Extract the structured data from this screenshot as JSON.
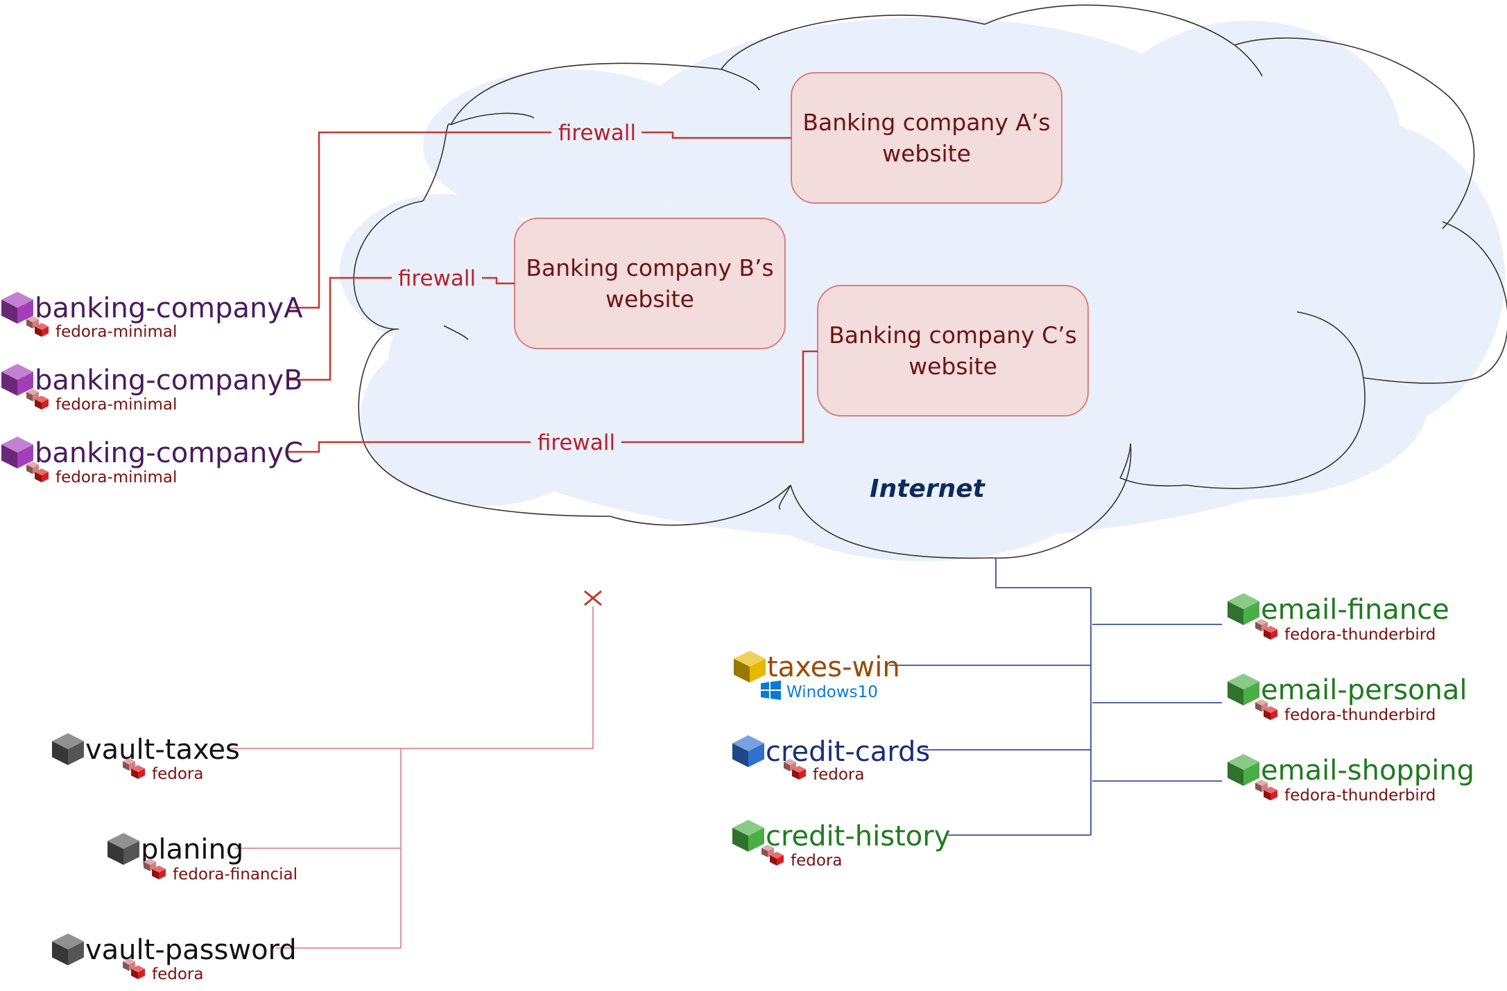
{
  "internet": {
    "label": "Internet"
  },
  "websites": [
    {
      "line1": "Banking company A’s",
      "line2": "website"
    },
    {
      "line1": "Banking company B’s",
      "line2": "website"
    },
    {
      "line1": "Banking company C’s",
      "line2": "website"
    }
  ],
  "firewalls": [
    "firewall",
    "firewall",
    "firewall"
  ],
  "banking_qubes": [
    {
      "name": "banking-companyA",
      "template": "fedora-minimal",
      "color": "#a23fb8"
    },
    {
      "name": "banking-companyB",
      "template": "fedora-minimal",
      "color": "#a23fb8"
    },
    {
      "name": "banking-companyC",
      "template": "fedora-minimal",
      "color": "#a23fb8"
    }
  ],
  "offline_qubes": [
    {
      "name": "vault-taxes",
      "template": "fedora",
      "color": "#555555"
    },
    {
      "name": "planing",
      "template": "fedora-financial",
      "color": "#555555"
    },
    {
      "name": "vault-password",
      "template": "fedora",
      "color": "#555555"
    }
  ],
  "networked_qubes": [
    {
      "name": "taxes-win",
      "template": "Windows10",
      "color": "#e8b800"
    },
    {
      "name": "credit-cards",
      "template": "fedora",
      "color": "#2f6fd0"
    },
    {
      "name": "credit-history",
      "template": "fedora",
      "color": "#4aae47"
    }
  ],
  "email_qubes": [
    {
      "name": "email-finance",
      "template": "fedora-thunderbird",
      "color": "#4aae47"
    },
    {
      "name": "email-personal",
      "template": "fedora-thunderbird",
      "color": "#4aae47"
    },
    {
      "name": "email-shopping",
      "template": "fedora-thunderbird",
      "color": "#4aae47"
    }
  ],
  "colors": {
    "banking_text": "#4a1a5c",
    "offline_text": "#111111",
    "taxes_text": "#9a4a00",
    "credit_cards_text": "#1a2d7a",
    "green_text": "#1f7a1f",
    "template_text": "#7a1010",
    "windows_blue": "#0a7bd4",
    "firewall_line": "#c0392b",
    "offline_line": "#e08a8a",
    "net_line": "#3b4ea0",
    "cloud_fill": "#e9f0fb",
    "site_fill": "#f3dcdc",
    "site_stroke": "#d88080"
  }
}
